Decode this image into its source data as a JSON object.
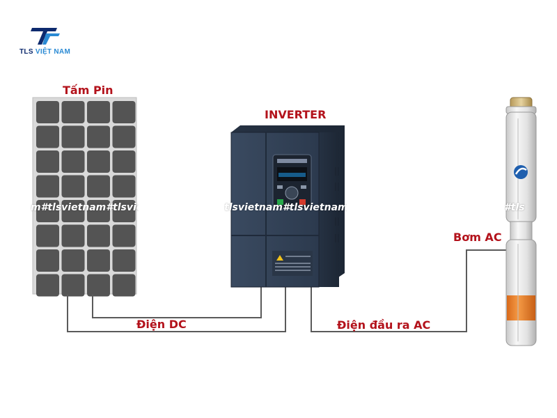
{
  "logo": {
    "brand_tls": "TLS",
    "brand_vietnam": "VIỆT NAM"
  },
  "labels": {
    "solar_panel": "Tấm Pin",
    "inverter": "INVERTER",
    "pump": "Bơm AC",
    "dc_power": "Điện DC",
    "ac_output": "Điện đầu ra AC"
  },
  "watermark": {
    "left": "m#tlsvietnam#tlsviet",
    "middle": "tlsvietnam#tlsvietnam#",
    "right": "#tls"
  },
  "colors": {
    "label_red": "#b3121b",
    "inverter_body": "#2f3f54",
    "solar_cell": "#545454",
    "wire": "#5a5a5a",
    "pump_band": "#ec7f28",
    "logo_blue": "#0d2a6e"
  },
  "icons": {
    "logo": "tls-logo-icon",
    "inverter_keypad": "inverter-keypad-icon",
    "warning": "warning-triangle-icon",
    "pump_logo": "pump-brand-icon"
  }
}
